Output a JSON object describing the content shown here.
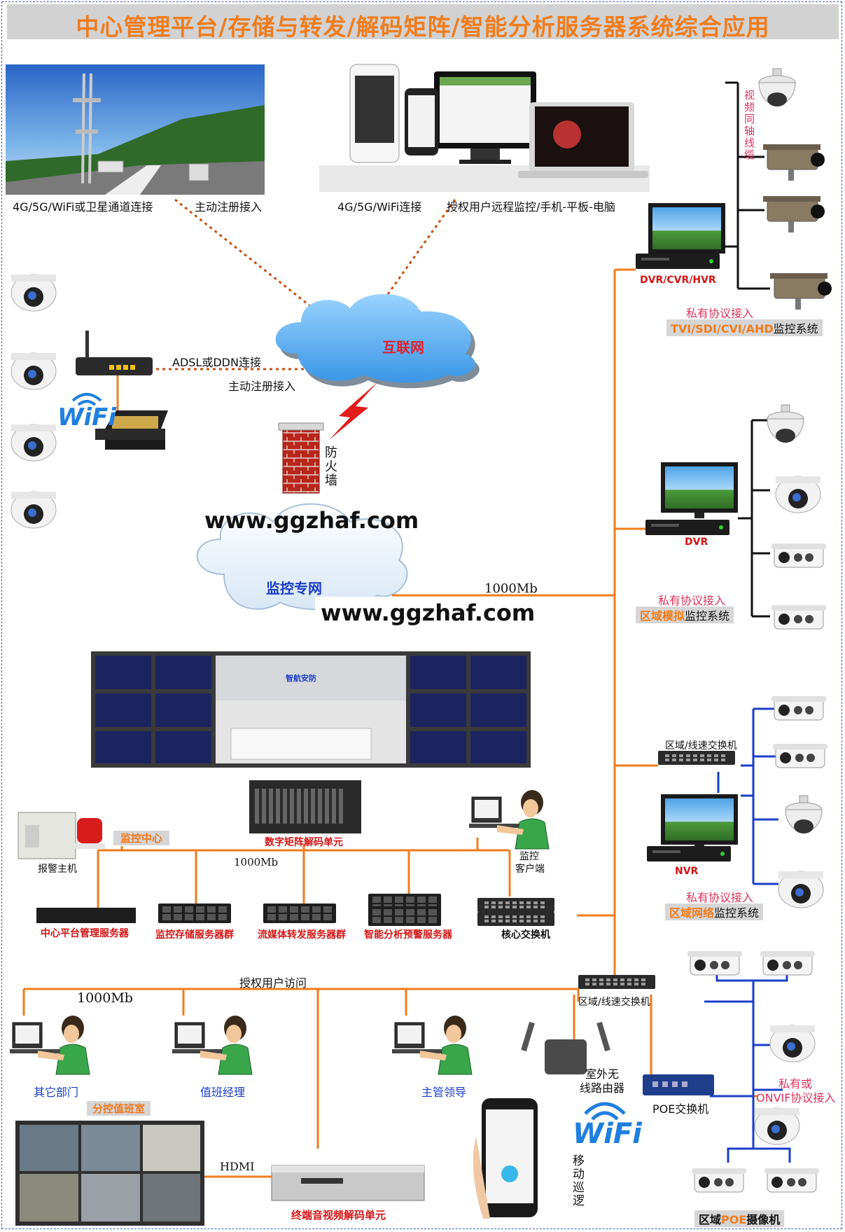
{
  "title": "中心管理平台/存储与转发/解码矩阵/智能分析服务器系统综合应用",
  "urls": {
    "url_top": "www.ggzhaf.com",
    "url_bottom": "www.ggzhaf.com"
  },
  "clouds": {
    "internet": "互联网",
    "private_net": "监控专网"
  },
  "top_left": {
    "label_connect": "4G/5G/WiFi或卫星通道连接",
    "label_register": "主动注册接入"
  },
  "top_center": {
    "label_connect": "4G/5G/WiFi连接",
    "label_remote": "授权用户远程监控/手机-平板-电脑"
  },
  "wifi_left": {
    "adsl": "ADSL或DDN连接",
    "register": "主动注册接入",
    "wifi": "WiFi"
  },
  "firewall": "防火墙",
  "link_1000_top": "1000Mb",
  "link_1000_mid": "1000Mb",
  "link_1000_bottom": "1000Mb",
  "right_column": {
    "coax_label": "视频同轴线缆",
    "dvr_cvr_hvr": "DVR/CVR/HVR",
    "proto1": "私有协议接入",
    "sys1_o": "TVI/SDI/CVI/AHD",
    "sys1_k": "监控系统",
    "dvr": "DVR",
    "proto2": "私有协议接入",
    "sys2_o": "区域模拟",
    "sys2_k": "监控系统",
    "switch": "区域/线速交换机",
    "nvr": "NVR",
    "proto3": "私有协议接入",
    "sys3_o": "区域网络",
    "sys3_k": "监控系统"
  },
  "center": {
    "monitor_center": "监控中心",
    "alarm_host": "报警主机",
    "matrix": "数字矩阵解码单元",
    "client_1": "监控",
    "client_2": "客户端",
    "servers": [
      {
        "label": "中心平台管理服务器"
      },
      {
        "label": "监控存储服务器群"
      },
      {
        "label": "流媒体转发服务器群"
      },
      {
        "label": "智能分析预警服务器"
      }
    ],
    "core_switch": "核心交换机",
    "logo_text": "智航安防"
  },
  "bottom": {
    "authorized_access": "授权用户访问",
    "users": [
      {
        "label": "其它部门"
      },
      {
        "label": "值班经理"
      },
      {
        "label": "主管领导"
      }
    ],
    "sub_control": "分控值班室",
    "hdmi": "HDMI",
    "decoder": "终端音视频解码单元",
    "switch": "区域/线速交换机",
    "router_1": "室外无",
    "router_2": "线路由器",
    "wifi": "WiFi",
    "mobile": "移动巡逻",
    "poe_switch": "POE交换机",
    "proto_1": "私有或",
    "proto_2": "ONVIF协议接入",
    "poe_cam_pre": "区域",
    "poe_cam_o": "POE",
    "poe_cam_post": "摄像机"
  },
  "colors": {
    "title_text": "#f07c1c",
    "link_orange": "#f07c1c",
    "link_blue": "#1a3ec8",
    "red_label": "#d41515"
  }
}
